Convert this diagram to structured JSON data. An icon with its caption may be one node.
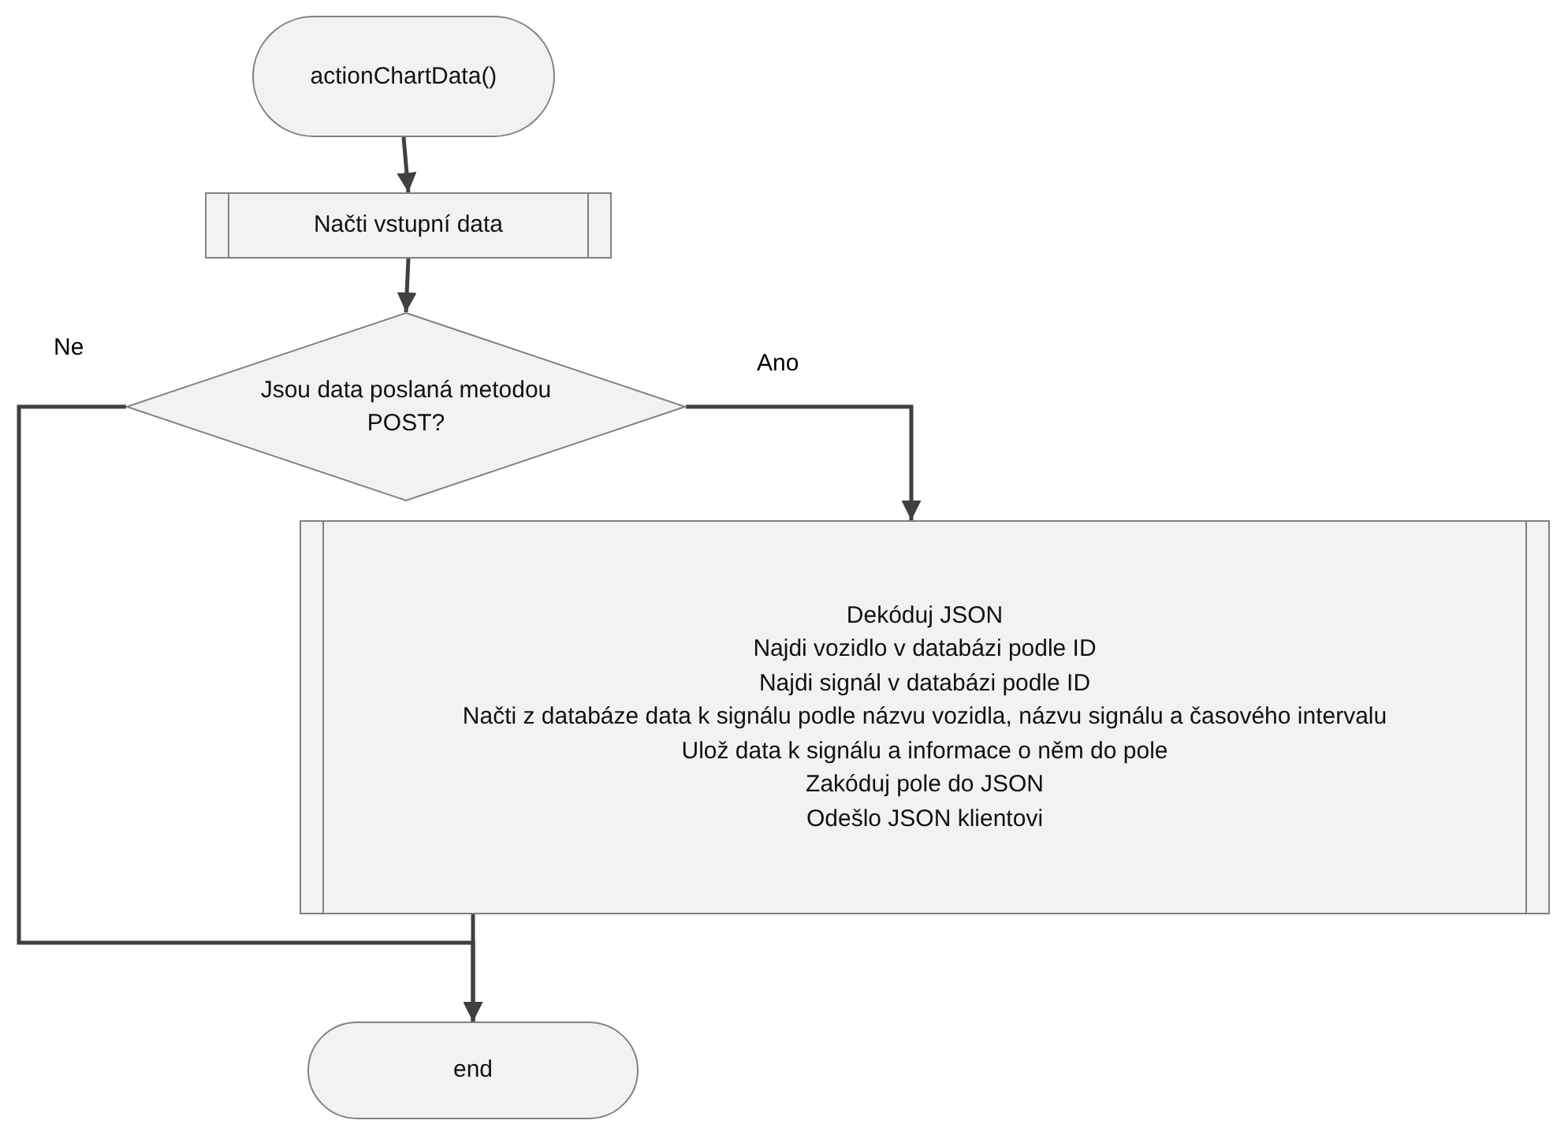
{
  "diagram": {
    "nodes": [
      {
        "text": [
          "actionChartData()"
        ]
      },
      {
        "text": [
          "Načti vstupní data"
        ]
      },
      {
        "text": [
          "Jsou data poslaná metodou POST?"
        ]
      },
      {
        "text": [
          "Dekóduj JSON",
          "Najdi vozidlo v databázi podle ID",
          "Najdi signál v databázi podle ID",
          "Načti z databáze data k signálu podle názvu vozidla, názvu signálu a časového intervalu",
          "Ulož data k signálu a informace o něm do pole",
          "Zakóduj pole do JSON",
          "Odešlo JSON klientovi"
        ]
      },
      {
        "text": [
          "end"
        ]
      }
    ],
    "edges": [
      {
        "from": 0,
        "to": 1,
        "arrow": "to"
      },
      {
        "from": 1,
        "to": 2,
        "arrow": "to"
      },
      {
        "from": 2,
        "to": 3,
        "arrow": "to",
        "label": "Ano"
      },
      {
        "from": 2,
        "to": 4,
        "arrow": "to",
        "label": "Ne"
      },
      {
        "from": 3,
        "to": 4,
        "arrow": "to"
      }
    ]
  }
}
